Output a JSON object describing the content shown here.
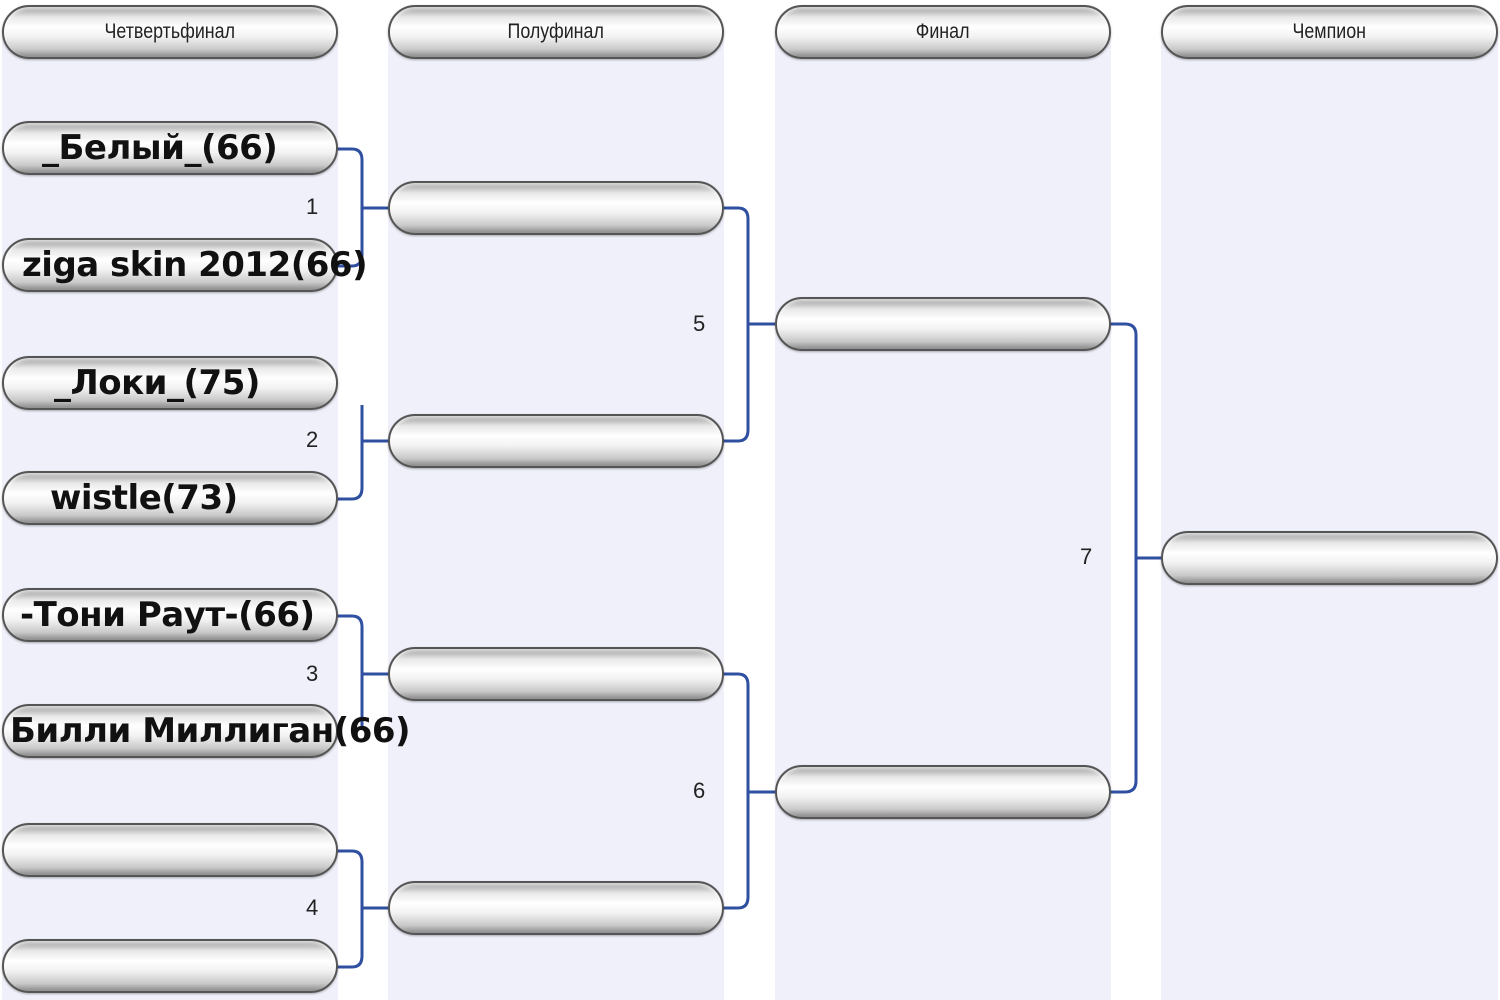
{
  "headers": [
    "Четвертьфинал",
    "Полуфинал",
    "Финал",
    "Чемпион"
  ],
  "quarterfinal": {
    "players": [
      "_Белый_(66)",
      "ziga skin 2012(66)",
      "_Локи_(75)",
      "wistle(73)",
      "-Тони Раут-(66)",
      "Билли Миллиган(66)",
      "",
      ""
    ]
  },
  "semifinal": {
    "players": [
      "",
      "",
      "",
      ""
    ]
  },
  "final": {
    "players": [
      "",
      ""
    ]
  },
  "champion": {
    "player": ""
  },
  "match_numbers": [
    "1",
    "2",
    "3",
    "4",
    "5",
    "6",
    "7"
  ],
  "colors": {
    "connector": "#2f4fa0",
    "column_bg": "#eff0fa"
  }
}
